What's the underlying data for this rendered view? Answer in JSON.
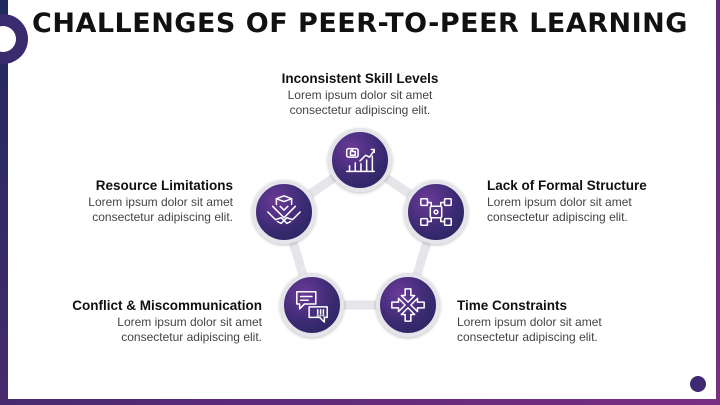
{
  "title": "CHALLENGES OF PEER-TO-PEER LEARNING",
  "colors": {
    "accent_dark": "#2a2763",
    "accent_purple": "#6a3a98",
    "ring": "#e4e4ea",
    "connector": "#e6e6ea"
  },
  "items": [
    {
      "heading": "Inconsistent Skill Levels",
      "desc_1": "Lorem ipsum dolor sit amet",
      "desc_2": "consectetur adipiscing elit.",
      "icon": "growth-chart-thumbs-up-icon"
    },
    {
      "heading": "Lack of Formal Structure",
      "desc_1": "Lorem ipsum dolor sit amet",
      "desc_2": "consectetur adipiscing elit.",
      "icon": "network-structure-icon"
    },
    {
      "heading": "Time Constraints",
      "desc_1": "Lorem ipsum dolor sit amet",
      "desc_2": "consectetur adipiscing elit.",
      "icon": "compress-arrows-icon"
    },
    {
      "heading": "Conflict & Miscommunication",
      "desc_1": "Lorem ipsum dolor sit amet",
      "desc_2": "consectetur adipiscing elit.",
      "icon": "chat-bubbles-icon"
    },
    {
      "heading": "Resource Limitations",
      "desc_1": "Lorem ipsum dolor sit amet",
      "desc_2": "consectetur adipiscing elit.",
      "icon": "helping-hands-icon"
    }
  ]
}
